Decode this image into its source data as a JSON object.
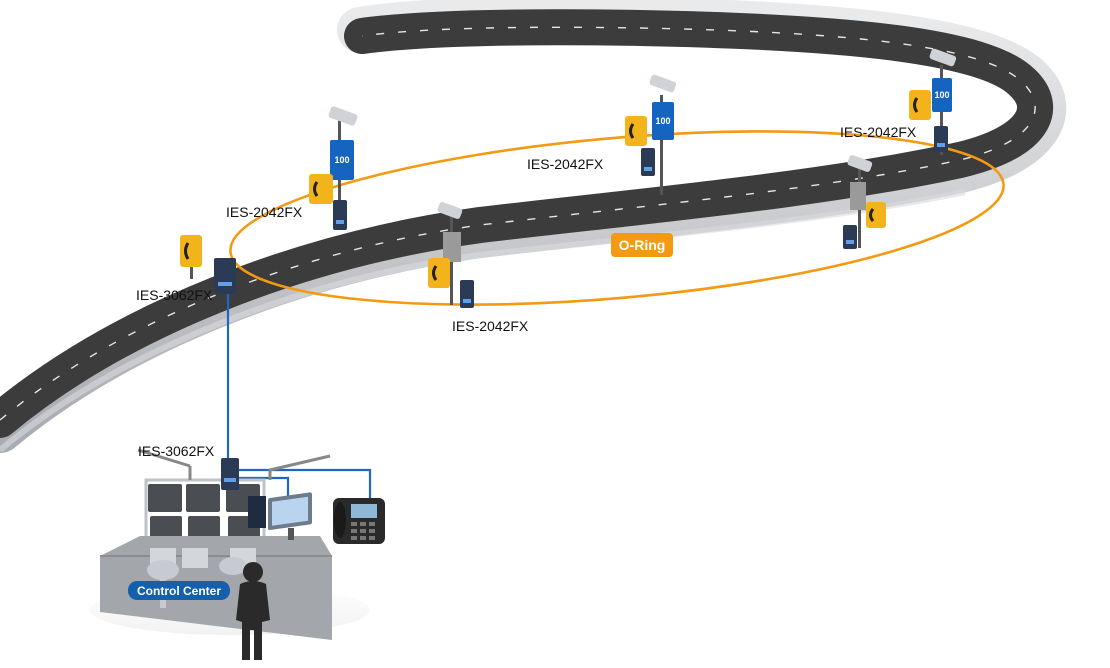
{
  "diagram": {
    "ring_label": "O-Ring",
    "control_center_label": "Control Center",
    "switches": [
      {
        "id": "s1",
        "label": "IES-3062FX"
      },
      {
        "id": "s2",
        "label": "IES-2042FX"
      },
      {
        "id": "s3",
        "label": "IES-2042FX"
      },
      {
        "id": "s4",
        "label": "IES-2042FX"
      },
      {
        "id": "s5",
        "label": "IES-2042FX"
      },
      {
        "id": "s6",
        "label": "IES-3062FX"
      }
    ],
    "speed_sign_value": "100",
    "colors": {
      "ring": "#f39a12",
      "uplink": "#1f67c2",
      "road": "#3c3c3c",
      "sign": "#1565c0",
      "phone_box": "#f2b31b"
    }
  }
}
